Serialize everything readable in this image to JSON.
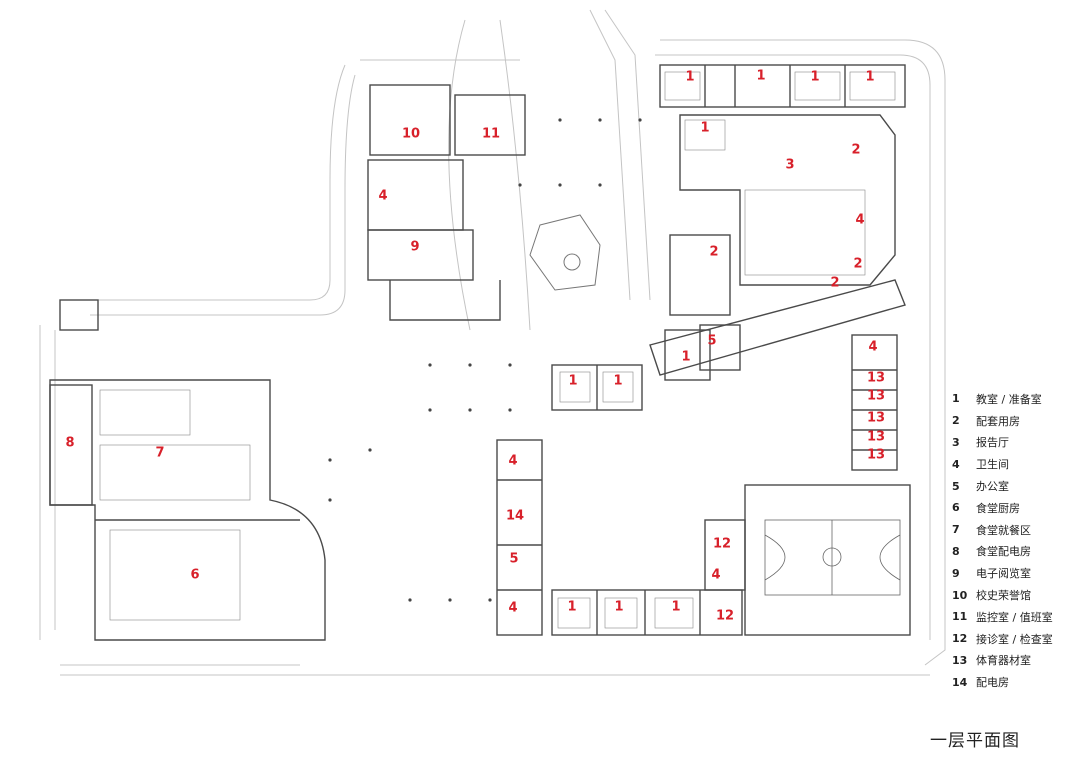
{
  "plan": {
    "title": "一层平面图",
    "room_numbers": [
      "1",
      "2",
      "3",
      "4",
      "5",
      "6",
      "7",
      "8",
      "9",
      "10",
      "11",
      "12",
      "13",
      "14"
    ],
    "legend": [
      {
        "num": "1",
        "label": "教室 / 准备室"
      },
      {
        "num": "2",
        "label": "配套用房"
      },
      {
        "num": "3",
        "label": "报告厅"
      },
      {
        "num": "4",
        "label": "卫生间"
      },
      {
        "num": "5",
        "label": "办公室"
      },
      {
        "num": "6",
        "label": "食堂厨房"
      },
      {
        "num": "7",
        "label": "食堂就餐区"
      },
      {
        "num": "8",
        "label": "食堂配电房"
      },
      {
        "num": "9",
        "label": "电子阅览室"
      },
      {
        "num": "10",
        "label": "校史荣誉馆"
      },
      {
        "num": "11",
        "label": "监控室 / 值班室"
      },
      {
        "num": "12",
        "label": "接诊室 / 检查室"
      },
      {
        "num": "13",
        "label": "体育器材室"
      },
      {
        "num": "14",
        "label": "配电房"
      }
    ]
  },
  "colors": {
    "label_red": "#d8202a",
    "line": "#555555",
    "light_line": "#bbbbbb"
  }
}
